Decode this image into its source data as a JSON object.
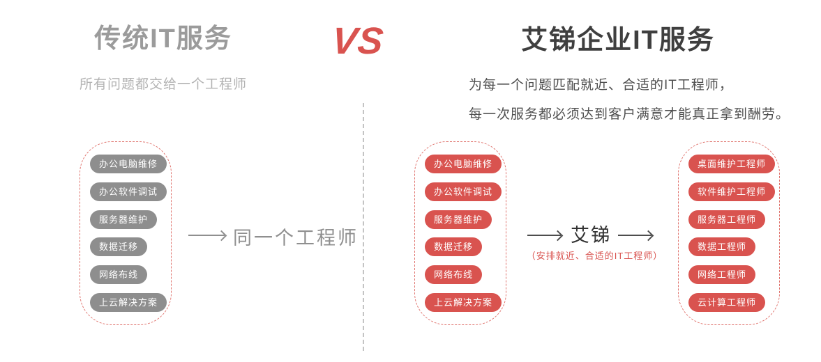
{
  "left": {
    "title": "传统IT服务",
    "subtitle": "所有问题都交给一个工程师",
    "services": [
      "办公电脑维修",
      "办公软件调试",
      "服务器维护",
      "数据迁移",
      "网络布线",
      "上云解决方案"
    ],
    "result": "同一个工程师"
  },
  "vs": "VS",
  "right": {
    "title": "艾锑企业IT服务",
    "desc_line1": "为每一个问题匹配就近、合适的IT工程师，",
    "desc_line2": "每一次服务都必须达到客户满意才能真正拿到酬劳。",
    "services": [
      "办公电脑维修",
      "办公软件调试",
      "服务器维护",
      "数据迁移",
      "网络布线",
      "上云解决方案"
    ],
    "middle_label": "艾锑",
    "middle_note": "（安排就近、合适的IT工程师）",
    "engineers": [
      "桌面维护工程师",
      "软件维护工程师",
      "服务器工程师",
      "数据工程师",
      "网络工程师",
      "云计算工程师"
    ]
  },
  "colors": {
    "accent_red": "#d9534f",
    "pill_gray": "#8e8e8e",
    "title_gray": "#9b9b9b",
    "title_dark": "#3f3f3f",
    "dashed_border_red": "#e0736d",
    "divider_gray": "#c4c4c4"
  },
  "icons": {
    "arrow_right": "→"
  }
}
